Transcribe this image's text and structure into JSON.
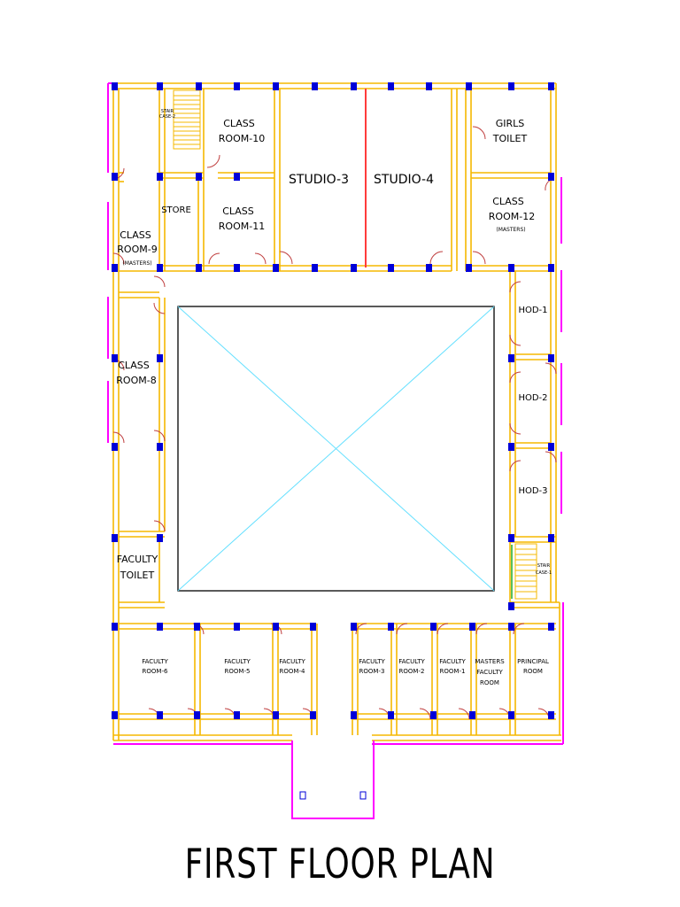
{
  "title": "FIRST FLOOR PLAN",
  "rooms": {
    "stair2": [
      "STAIR",
      "CASE-2"
    ],
    "classroom10": [
      "CLASS",
      "ROOM-10"
    ],
    "studio3": [
      "STUDIO-3"
    ],
    "studio4": [
      "STUDIO-4"
    ],
    "girls_toilet": [
      "GIRLS",
      "TOILET"
    ],
    "store": [
      "STORE"
    ],
    "classroom11": [
      "CLASS",
      "ROOM-11"
    ],
    "classroom12": [
      "CLASS",
      "ROOM-12",
      "(MASTERS)"
    ],
    "classroom9": [
      "CLASS",
      "ROOM-9",
      "(MASTERS)"
    ],
    "classroom8": [
      "CLASS",
      "ROOM-8"
    ],
    "hod1": [
      "HOD-1"
    ],
    "hod2": [
      "HOD-2"
    ],
    "hod3": [
      "HOD-3"
    ],
    "faculty_toilet": [
      "FACULTY",
      "TOILET"
    ],
    "stair1": [
      "STAIR",
      "CASE-1"
    ],
    "faculty6": [
      "FACULTY",
      "ROOM-6"
    ],
    "faculty5": [
      "FACULTY",
      "ROOM-5"
    ],
    "faculty4": [
      "FACULTY",
      "ROOM-4"
    ],
    "faculty3": [
      "FACULTY",
      "ROOM-3"
    ],
    "faculty2": [
      "FACULTY",
      "ROOM-2"
    ],
    "faculty1": [
      "FACULTY",
      "ROOM-1"
    ],
    "masters_faculty": [
      "MASTERS",
      "FACULTY",
      "ROOM"
    ],
    "principal": [
      "PRINCIPAL",
      "ROOM"
    ]
  },
  "colors": {
    "wall": "#f5b800",
    "outer_edge": "#ff00ff",
    "column": "#0000d8",
    "courtyard_diagonal": "#66e0ff",
    "studio_divider": "#ff3b3b",
    "stair": "#f5b800"
  }
}
